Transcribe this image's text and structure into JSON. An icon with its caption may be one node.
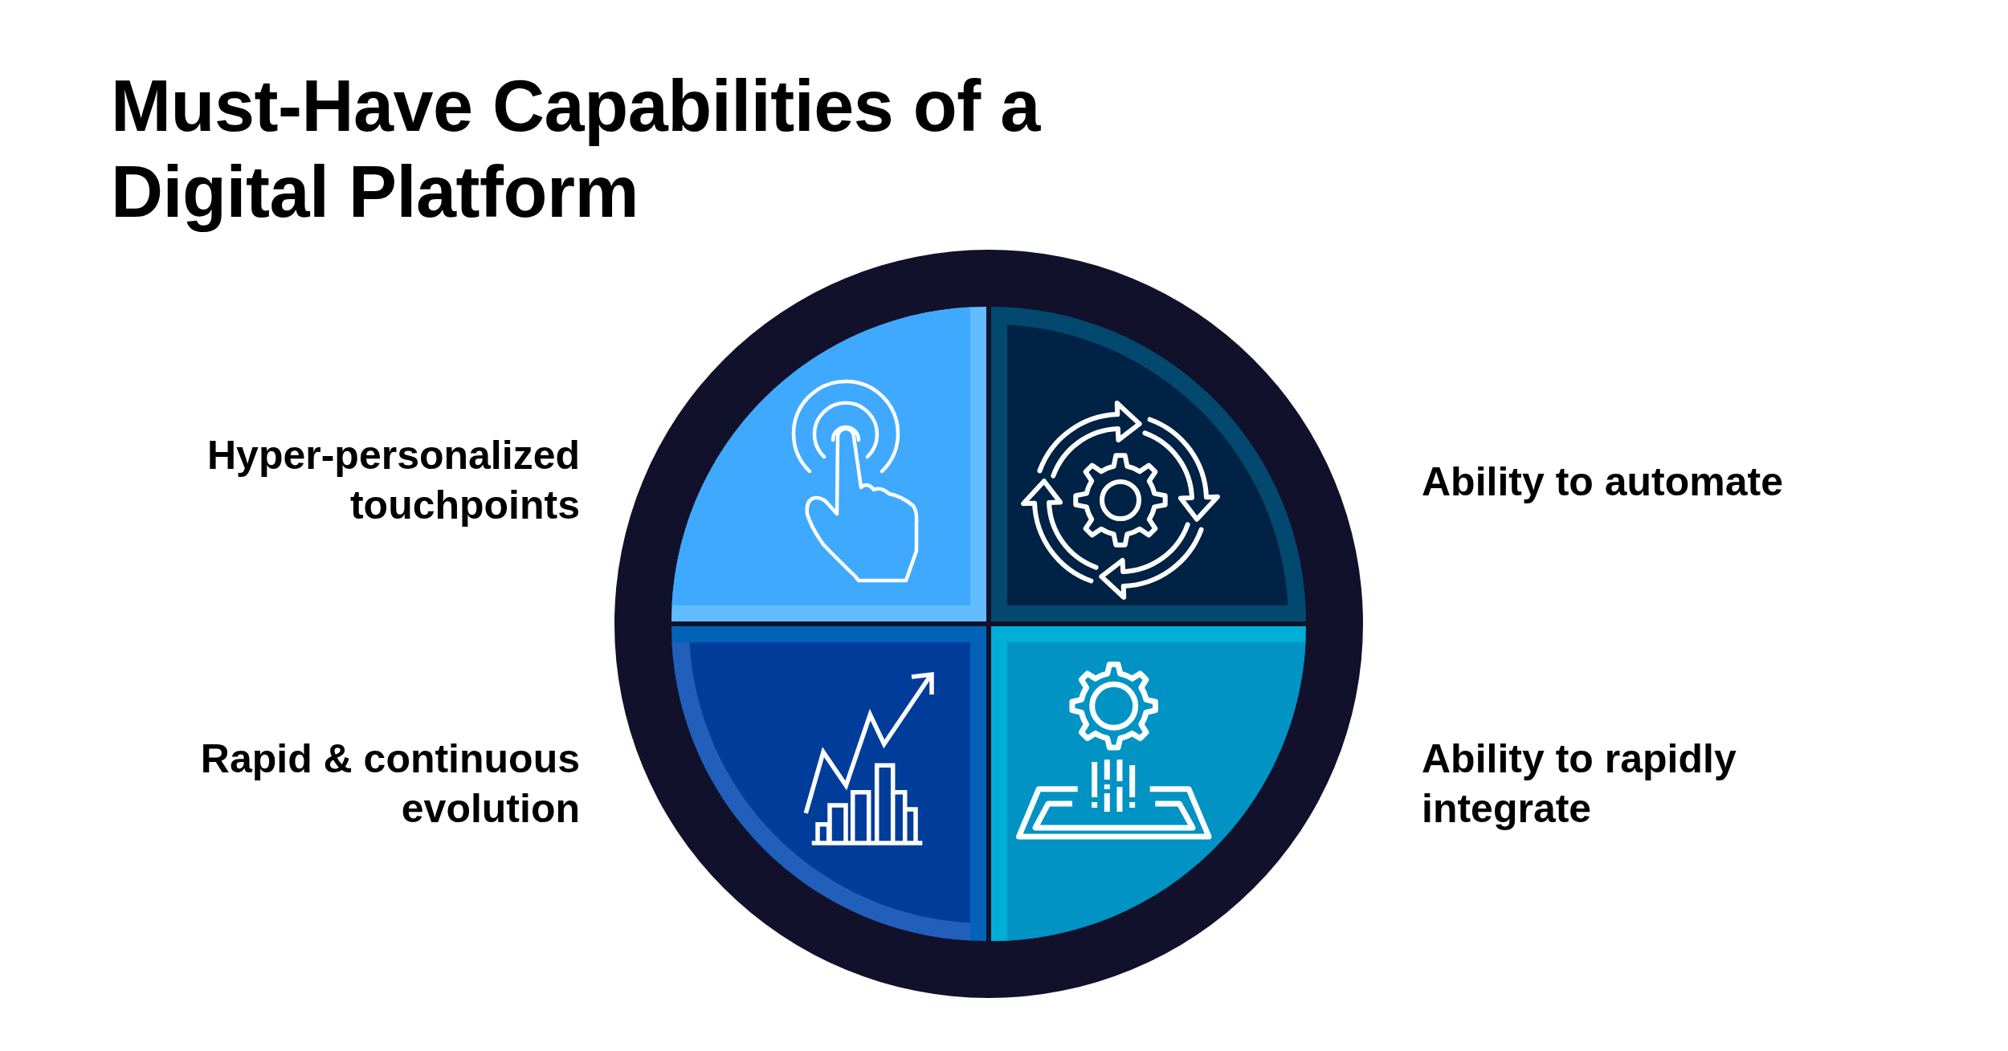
{
  "diagram": {
    "title": "Must-Have Capabilities of a Digital Platform",
    "nodes": [
      {
        "text": [],
        "shape": "circle"
      },
      {
        "text": [],
        "shape": "picture",
        "in": 0,
        "beside": [
          "Hyper-personalized touchpoints"
        ]
      },
      {
        "text": [],
        "shape": "picture",
        "in": 0,
        "beside": [
          "Ability to automate"
        ]
      },
      {
        "text": [],
        "shape": "picture",
        "in": 0,
        "beside": [
          "Rapid & continuous evolution"
        ]
      },
      {
        "text": [],
        "shape": "picture",
        "in": 0,
        "beside": [
          "Ability to rapidly integrate"
        ]
      }
    ]
  }
}
